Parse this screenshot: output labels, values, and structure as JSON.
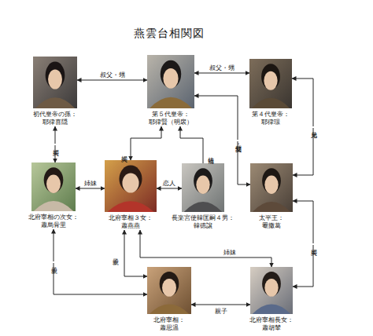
{
  "diagram": {
    "title": "燕雲台相関図",
    "nodes": [
      {
        "text": [
          "初代皇帝の孫： 耶律喜隠"
        ]
      },
      {
        "text": [
          "第５代皇帝： 耶律賢（明扆）"
        ]
      },
      {
        "text": [
          "第４代皇帝： 耶律璟"
        ]
      },
      {
        "text": [
          "北府宰相の次女： 蕭烏骨里"
        ]
      },
      {
        "text": [
          "北府宰相３女： 蕭燕燕"
        ]
      },
      {
        "text": [
          "長楽宮使韓匡嗣４男： 韓徳譲"
        ]
      },
      {
        "text": [
          "太平王： 罨撒葛"
        ]
      },
      {
        "text": [
          "北府宰相： 蕭思温"
        ]
      },
      {
        "text": [
          "北府宰相長女： 蕭胡輦"
        ]
      }
    ],
    "edges": [
      {
        "from": 0,
        "to": 1,
        "label": "叔父・甥",
        "arrow": "both"
      },
      {
        "from": 1,
        "to": 2,
        "label": "叔父・甥",
        "arrow": "both"
      },
      {
        "from": 0,
        "to": 3,
        "label": "夫婦",
        "arrow": "both"
      },
      {
        "from": 3,
        "to": 4,
        "label": "姉妹",
        "arrow": "both"
      },
      {
        "from": 4,
        "to": 1,
        "label": "夫婦",
        "arrow": "both"
      },
      {
        "from": 4,
        "to": 5,
        "label": "恋人",
        "arrow": "both"
      },
      {
        "from": 5,
        "to": 1,
        "label": "補佐",
        "arrow": "to"
      },
      {
        "from": 1,
        "to": 6,
        "label": "叔父・甥",
        "arrow": "both"
      },
      {
        "from": 2,
        "to": 6,
        "label": "兄弟",
        "arrow": "both"
      },
      {
        "from": 6,
        "to": 8,
        "label": "夫婦",
        "arrow": "both"
      },
      {
        "from": 7,
        "to": 3,
        "label": "親子",
        "arrow": "both"
      },
      {
        "from": 7,
        "to": 4,
        "label": "親子",
        "arrow": "both"
      },
      {
        "from": 4,
        "to": 8,
        "label": "姉妹",
        "arrow": "both"
      },
      {
        "from": 7,
        "to": 8,
        "label": "親子",
        "arrow": "both"
      }
    ]
  }
}
